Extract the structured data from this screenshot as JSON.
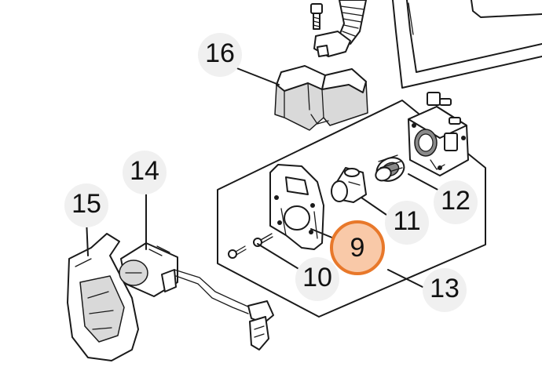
{
  "callouts": {
    "c16": "16",
    "c14": "14",
    "c15": "15",
    "c12": "12",
    "c11": "11",
    "c9": "9",
    "c10": "10",
    "c13": "13"
  },
  "highlight": {
    "label": "9",
    "fill_color": "#f9c9a8",
    "ring_color": "#e8782a"
  },
  "icons": [
    "bolt-icon",
    "spring-hose-icon",
    "shroud-icon",
    "switch-icon",
    "carburetor-icon",
    "gasket-icon",
    "cone-boot-icon",
    "connector-icon"
  ]
}
